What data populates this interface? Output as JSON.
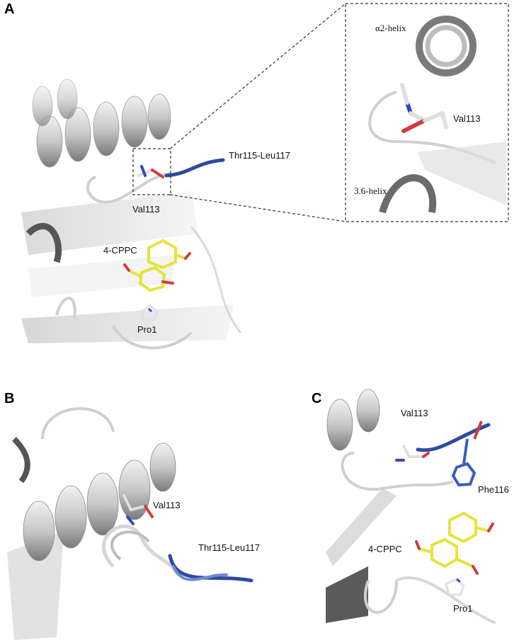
{
  "panels": {
    "a": {
      "letter": "A",
      "labels": {
        "loop": "Thr115-Leu117",
        "val": "Val113",
        "ligand": "4-CPPC",
        "pro": "Pro1"
      },
      "inset": {
        "alpha_helix": "α2-helix",
        "val": "Val113",
        "helix_310": "3.6-helix"
      }
    },
    "b": {
      "letter": "B",
      "labels": {
        "val": "Val113",
        "loop": "Thr115-Leu117"
      }
    },
    "c": {
      "letter": "C",
      "labels": {
        "val": "Val113",
        "phe": "Phe116",
        "ligand": "4-CPPC",
        "pro": "Pro1"
      }
    }
  },
  "colors": {
    "ribbon": "#d9d9d9",
    "ribbon_dark": "#8a8a8a",
    "loop_blue": "#2f4aa0",
    "ligand_yellow": "#e4e43a",
    "oxygen_red": "#d23c3c",
    "nitrogen_blue": "#3a43c4"
  }
}
